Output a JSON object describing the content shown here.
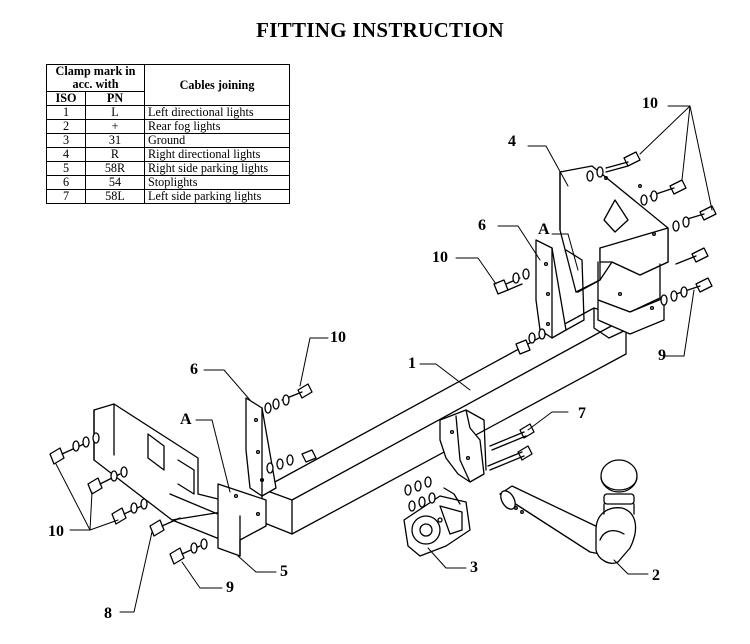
{
  "title": "FITTING INSTRUCTION",
  "table": {
    "header_clamp": "Clamp mark in acc. with",
    "header_cables": "Cables joining",
    "header_iso": "ISO",
    "header_pn": "PN",
    "rows": [
      {
        "iso": "1",
        "pn": "L",
        "desc": "Left directional lights"
      },
      {
        "iso": "2",
        "pn": "+",
        "desc": "Rear fog lights"
      },
      {
        "iso": "3",
        "pn": "31",
        "desc": "Ground"
      },
      {
        "iso": "4",
        "pn": "R",
        "desc": "Right directional lights"
      },
      {
        "iso": "5",
        "pn": "58R",
        "desc": "Right side parking lights"
      },
      {
        "iso": "6",
        "pn": "54",
        "desc": "Stoplights"
      },
      {
        "iso": "7",
        "pn": "58L",
        "desc": "Left side parking lights"
      }
    ]
  },
  "callouts": {
    "n10_top_right": "10",
    "n4": "4",
    "n6_right": "6",
    "nA_right": "A",
    "n10_mid": "10",
    "n9_right": "9",
    "n10_center": "10",
    "n1": "1",
    "n6_left": "6",
    "nA_left": "A",
    "n7": "7",
    "n10_left": "10",
    "n5": "5",
    "n3": "3",
    "n2": "2",
    "n9_bottom": "9",
    "n8": "8"
  }
}
